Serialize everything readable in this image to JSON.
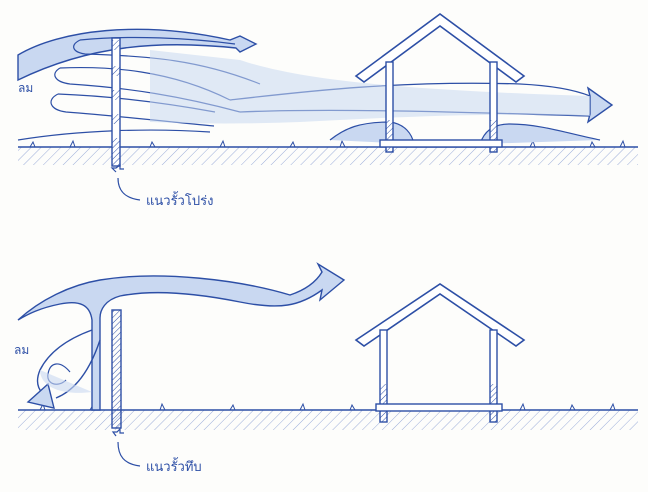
{
  "colors": {
    "ink": "#2d4fa6",
    "wash": "#c9d8f1",
    "hatch": "#5b78c2",
    "paper": "#fdfdfb"
  },
  "top_panel": {
    "wind_label": "ลม",
    "fence_label": "แนวรั้วโปร่ง"
  },
  "bottom_panel": {
    "wind_label": "ลม",
    "fence_label": "แนวรั้วทึบ"
  }
}
